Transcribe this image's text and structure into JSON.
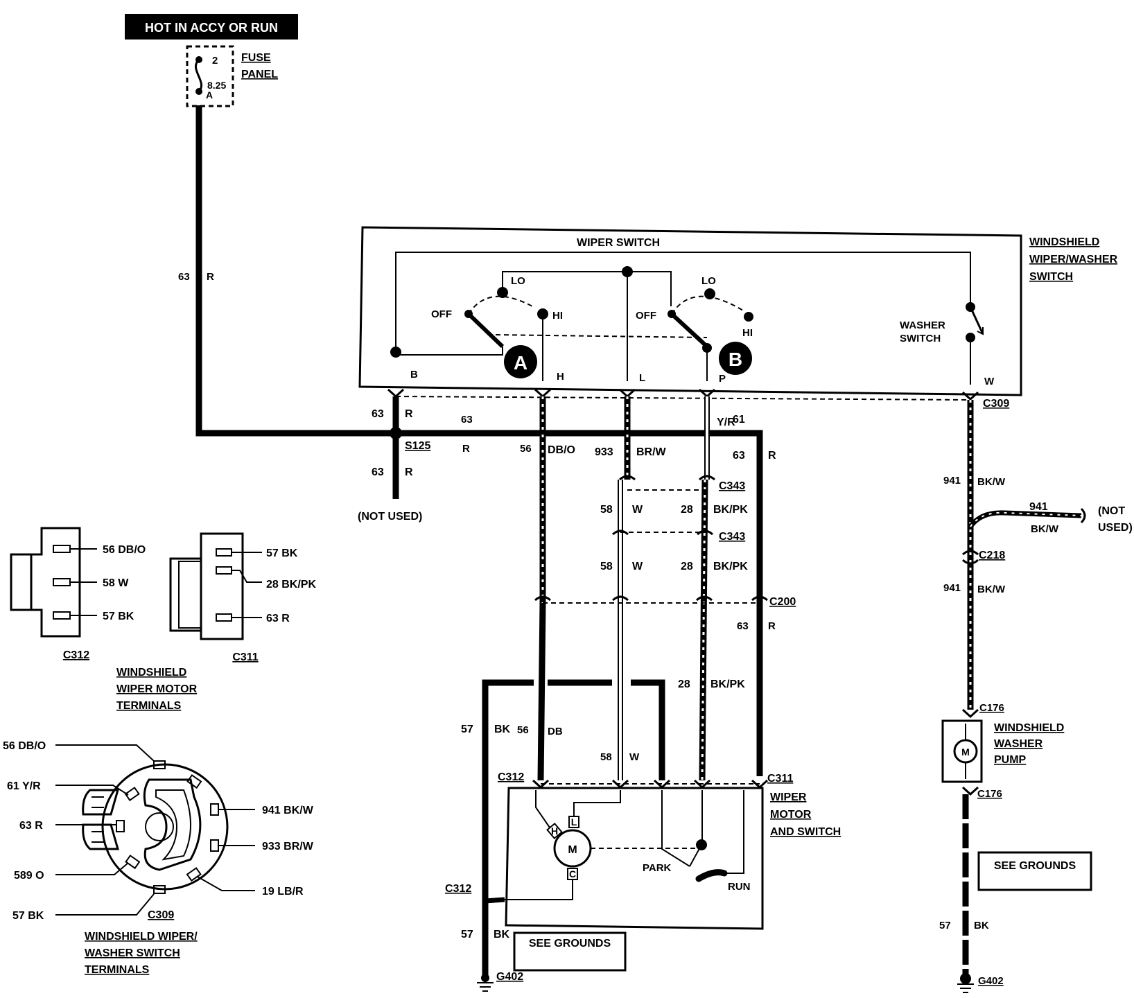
{
  "header": {
    "power_label": "HOT IN ACCY OR RUN"
  },
  "fuse": {
    "label_line1": "FUSE",
    "label_line2": "PANEL",
    "pin_top": "2",
    "rating": "8.25",
    "pin_bottom": "A"
  },
  "wiper_switch": {
    "title": "WIPER SWITCH",
    "component_line1": "WINDSHIELD",
    "component_line2": "WIPER/WASHER",
    "component_line3": "SWITCH",
    "sw_a": {
      "badge": "A",
      "off": "OFF",
      "lo": "LO",
      "hi": "HI"
    },
    "sw_b": {
      "badge": "B",
      "off": "OFF",
      "lo": "LO",
      "hi": "HI"
    },
    "washer_line1": "WASHER",
    "washer_line2": "SWITCH",
    "pins": [
      "B",
      "H",
      "L",
      "P",
      "W"
    ]
  },
  "wires": {
    "w63_num": "63",
    "w63_color": "R",
    "w56_num": "56",
    "w56_color": "DB/O",
    "w56b_color": "DB",
    "w933_num": "933",
    "w933_color": "BR/W",
    "w61_num": "61",
    "w61_color": "Y/R",
    "w58_num": "58",
    "w58_color": "W",
    "w28_num": "28",
    "w28_color": "BK/PK",
    "w941_num": "941",
    "w941_color": "BK/W",
    "w57_num": "57",
    "w57_color": "BK"
  },
  "connectors": {
    "s125": "S125",
    "c309": "C309",
    "c343": "C343",
    "c200": "C200",
    "c218": "C218",
    "c176": "C176",
    "c312": "C312",
    "c311": "C311",
    "g402": "G402"
  },
  "notes": {
    "not_used": "(NOT USED)",
    "not_line1": "(NOT",
    "not_line2": "USED)",
    "see_grounds": "SEE GROUNDS"
  },
  "motor": {
    "label_line1": "WIPER",
    "label_line2": "MOTOR",
    "label_line3": "AND SWITCH",
    "m": "M",
    "h": "H",
    "l": "L",
    "c": "C",
    "park": "PARK",
    "run": "RUN"
  },
  "pump": {
    "label_line1": "WINDSHIELD",
    "label_line2": "WASHER",
    "label_line3": "PUMP",
    "m": "M"
  },
  "c312_view": {
    "name": "C312",
    "pins": [
      "56 DB/O",
      "58 W",
      "57 BK"
    ]
  },
  "c311_view": {
    "name": "C311",
    "pins": [
      "57 BK",
      "28 BK/PK",
      "63 R"
    ]
  },
  "motor_terminals": {
    "line1": "WINDSHIELD",
    "line2": "WIPER MOTOR",
    "line3": "TERMINALS"
  },
  "c309_view": {
    "name": "C309",
    "left_pins": [
      "56 DB/O",
      "61 Y/R",
      "63 R",
      "589 O",
      "57 BK"
    ],
    "right_pins": [
      "941 BK/W",
      "933 BR/W",
      "19 LB/R"
    ],
    "title_line1": "WINDSHIELD WIPER/",
    "title_line2": "WASHER SWITCH",
    "title_line3": "TERMINALS"
  }
}
